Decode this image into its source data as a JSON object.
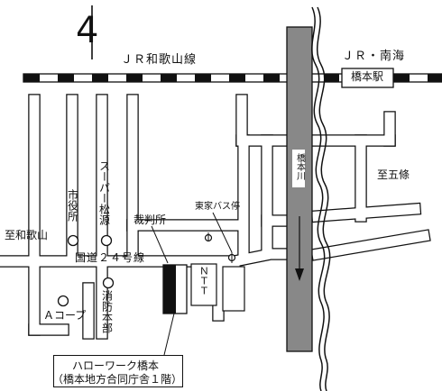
{
  "map": {
    "north_symbol": "4",
    "railway_jr_wakayama": "ＪＲ和歌山線",
    "railway_jr_nankai": "ＪＲ・南海",
    "station": "橋本駅",
    "river": "橋本川",
    "to_goshi": "至五條",
    "to_wakayama": "至和歌山",
    "bus_stop": "東家バス停",
    "route": "国道２４号線",
    "city_hall": "市役所",
    "supermarket": "スーパー松源",
    "court": "裁判所",
    "fire_dept": "消防本部",
    "a_coop": "Ａコープ",
    "ntt": "ＮＴＴ",
    "callout_line1": "ハローワーク橋本",
    "callout_line2": "（橋本地方合同庁舎１階）"
  }
}
